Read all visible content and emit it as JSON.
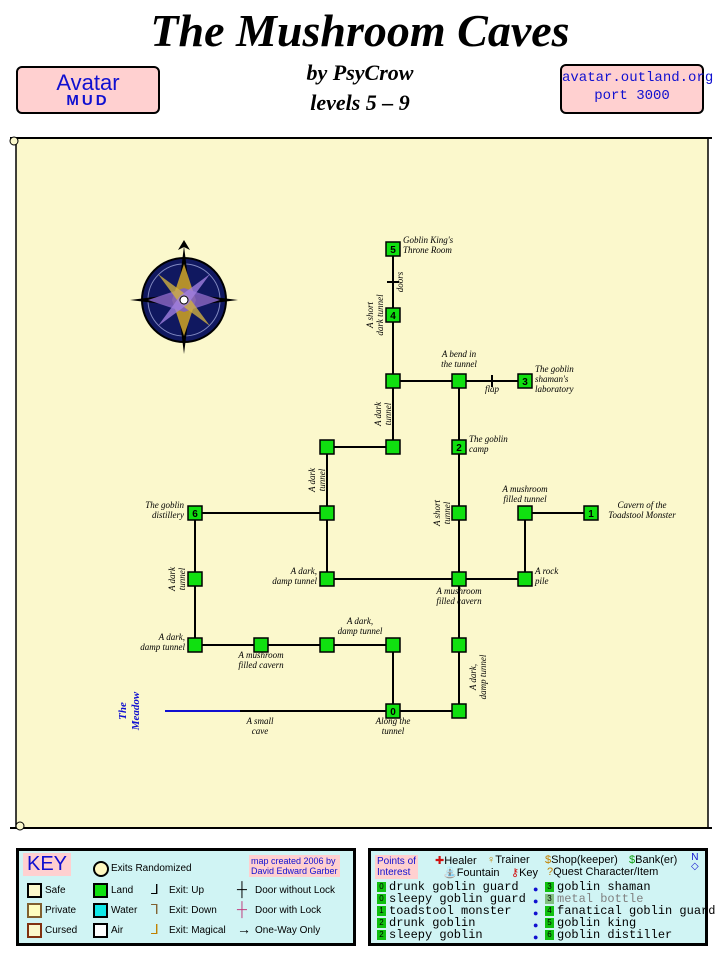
{
  "header": {
    "title": "The Mushroom Caves",
    "author": "by PsyCrow",
    "levels": "levels 5 – 9"
  },
  "logo": {
    "word": "Avatar",
    "sub": "MUD"
  },
  "server": {
    "host": "avatar.outland.org",
    "port": "port 3000"
  },
  "colors": {
    "parchment": "#fbf8cc",
    "room": "#10e010",
    "road": "#000000",
    "exit_blue": "#1010d0",
    "key_bg": "#d0f4f4",
    "banner_bg": "#ffd0d0"
  },
  "map": {
    "exit_label": [
      "The",
      "Meadow"
    ],
    "rooms": [
      {
        "id": "r5",
        "num": "5",
        "label": [
          "Goblin King's",
          "Throne Room"
        ]
      },
      {
        "id": "r4",
        "num": "4",
        "label": []
      },
      {
        "id": "rbend",
        "num": "",
        "label": [
          "A bend in",
          "the tunnel"
        ]
      },
      {
        "id": "r3",
        "num": "3",
        "label": [
          "The goblin",
          "shaman's",
          "laboratory"
        ]
      },
      {
        "id": "rjoin",
        "num": "",
        "label": []
      },
      {
        "id": "r2",
        "num": "2",
        "label": [
          "The goblin",
          "camp"
        ]
      },
      {
        "id": "rdt",
        "num": "",
        "label": []
      },
      {
        "id": "rdt2",
        "num": "",
        "label": []
      },
      {
        "id": "r6",
        "num": "6",
        "label": [
          "The goblin",
          "distillery"
        ]
      },
      {
        "id": "rcross",
        "num": "",
        "label": []
      },
      {
        "id": "rshort",
        "num": "",
        "label": []
      },
      {
        "id": "rmft",
        "num": "",
        "label": [
          "A mushroom",
          "filled tunnel"
        ]
      },
      {
        "id": "r1",
        "num": "1",
        "label": [
          "Cavern of the",
          "Toadstool Monster"
        ]
      },
      {
        "id": "rdl",
        "num": "",
        "label": []
      },
      {
        "id": "rddt",
        "num": "",
        "label": [
          "A dark,",
          "damp tunnel"
        ]
      },
      {
        "id": "rmfc",
        "num": "",
        "label": [
          "A mushroom",
          "filled cavern"
        ]
      },
      {
        "id": "rrock",
        "num": "",
        "label": [
          "A rock",
          "pile"
        ]
      },
      {
        "id": "rddt2",
        "num": "",
        "label": [
          "A dark,",
          "damp tunnel"
        ]
      },
      {
        "id": "rmfc2",
        "num": "",
        "label": [
          "A mushroom",
          "filled cavern"
        ]
      },
      {
        "id": "rddt3",
        "num": "",
        "label": []
      },
      {
        "id": "rddt4",
        "num": "",
        "label": [
          "A dark,",
          "damp tunnel"
        ]
      },
      {
        "id": "rddt5",
        "num": "",
        "label": []
      },
      {
        "id": "r0",
        "num": "0",
        "label": [
          "Along the",
          "tunnel"
        ]
      },
      {
        "id": "rsmall",
        "num": "",
        "label": [
          "A small",
          "cave"
        ]
      }
    ],
    "path_labels": [
      {
        "id": "doors",
        "text": "doors"
      },
      {
        "id": "flap",
        "text": "flap"
      },
      {
        "id": "short-dark",
        "text": [
          "A short",
          "dark tunnel"
        ]
      },
      {
        "id": "dark1",
        "text": [
          "A dark",
          "tunnel"
        ]
      },
      {
        "id": "dark2",
        "text": [
          "A dark",
          "tunnel"
        ]
      },
      {
        "id": "short2",
        "text": [
          "A short",
          "tunnel"
        ]
      },
      {
        "id": "dark3",
        "text": [
          "A dark",
          "tunnel"
        ]
      },
      {
        "id": "ddt-v",
        "text": [
          "A dark,",
          "damp tunnel"
        ]
      }
    ]
  },
  "key": {
    "title": "KEY",
    "randomized": "Exits Randomized",
    "credit": [
      "map created 2006 by",
      "David Edward Garber"
    ],
    "items": [
      {
        "label": "Safe"
      },
      {
        "label": "Land"
      },
      {
        "label": "Exit: Up"
      },
      {
        "label": "Door without Lock"
      },
      {
        "label": "Private"
      },
      {
        "label": "Water"
      },
      {
        "label": "Exit: Down"
      },
      {
        "label": "Door with Lock"
      },
      {
        "label": "Cursed"
      },
      {
        "label": "Air"
      },
      {
        "label": "Exit: Magical"
      },
      {
        "label": "One-Way Only"
      }
    ]
  },
  "poi": {
    "heading": [
      "Points of",
      "Interest"
    ],
    "legend": [
      "Healer",
      "Trainer",
      "Shop(keeper)",
      "Bank(er)",
      "Fountain",
      "Key",
      "Quest Character/Item"
    ],
    "items_left": [
      {
        "num": "0",
        "text": "drunk goblin guard"
      },
      {
        "num": "0",
        "text": "sleepy goblin guard"
      },
      {
        "num": "1",
        "text": "toadstool monster"
      },
      {
        "num": "2",
        "text": "drunk goblin"
      },
      {
        "num": "2",
        "text": "sleepy goblin"
      }
    ],
    "items_right": [
      {
        "num": "3",
        "text": "goblin shaman"
      },
      {
        "num": "3",
        "text": "metal bottle"
      },
      {
        "num": "4",
        "text": "fanatical goblin guard"
      },
      {
        "num": "5",
        "text": "goblin king"
      },
      {
        "num": "6",
        "text": "goblin distiller"
      }
    ]
  }
}
